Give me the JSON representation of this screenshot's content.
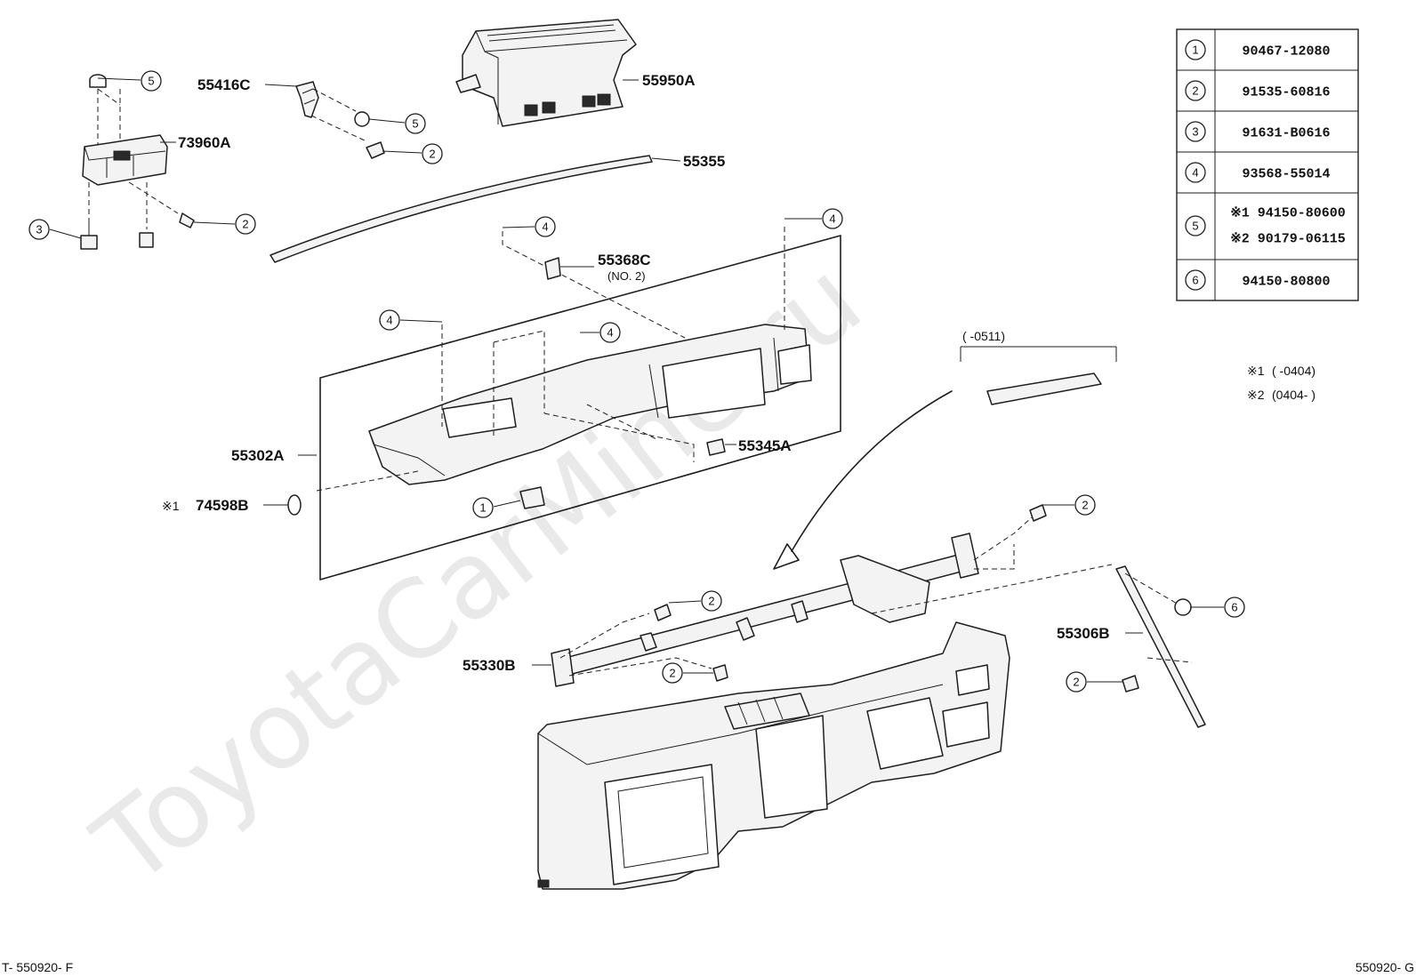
{
  "watermark": "ToyotaCarMine.ru",
  "footer": {
    "left": "T- 550920- F",
    "right": "550920- G"
  },
  "part_labels": {
    "p55416C": "55416C",
    "p55950A": "55950A",
    "p73960A": "73960A",
    "p55355": "55355",
    "p55368C": "55368C",
    "p55368C_sub": "(NO. 2)",
    "p55302A": "55302A",
    "p55345A": "55345A",
    "p74598B": "74598B",
    "p74598B_mark": "※1",
    "p55330B": "55330B",
    "p55306B": "55306B"
  },
  "variant_note": {
    "range": "(          -0511)",
    "line1_mark": "※1",
    "line1": "(          -0404)",
    "line2_mark": "※2",
    "line2": "(0404-          )"
  },
  "callouts": {
    "c1": "1",
    "c2": "2",
    "c3": "3",
    "c4": "4",
    "c5": "5",
    "c6": "6"
  },
  "legend": {
    "rows": [
      {
        "key": "1",
        "parts": [
          "90467-12080"
        ]
      },
      {
        "key": "2",
        "parts": [
          "91535-60816"
        ]
      },
      {
        "key": "3",
        "parts": [
          "91631-B0616"
        ]
      },
      {
        "key": "4",
        "parts": [
          "93568-55014"
        ]
      },
      {
        "key": "5",
        "parts": [
          "※1 94150-80600",
          "※2 90179-06115"
        ]
      },
      {
        "key": "6",
        "parts": [
          "94150-80800"
        ]
      }
    ]
  }
}
